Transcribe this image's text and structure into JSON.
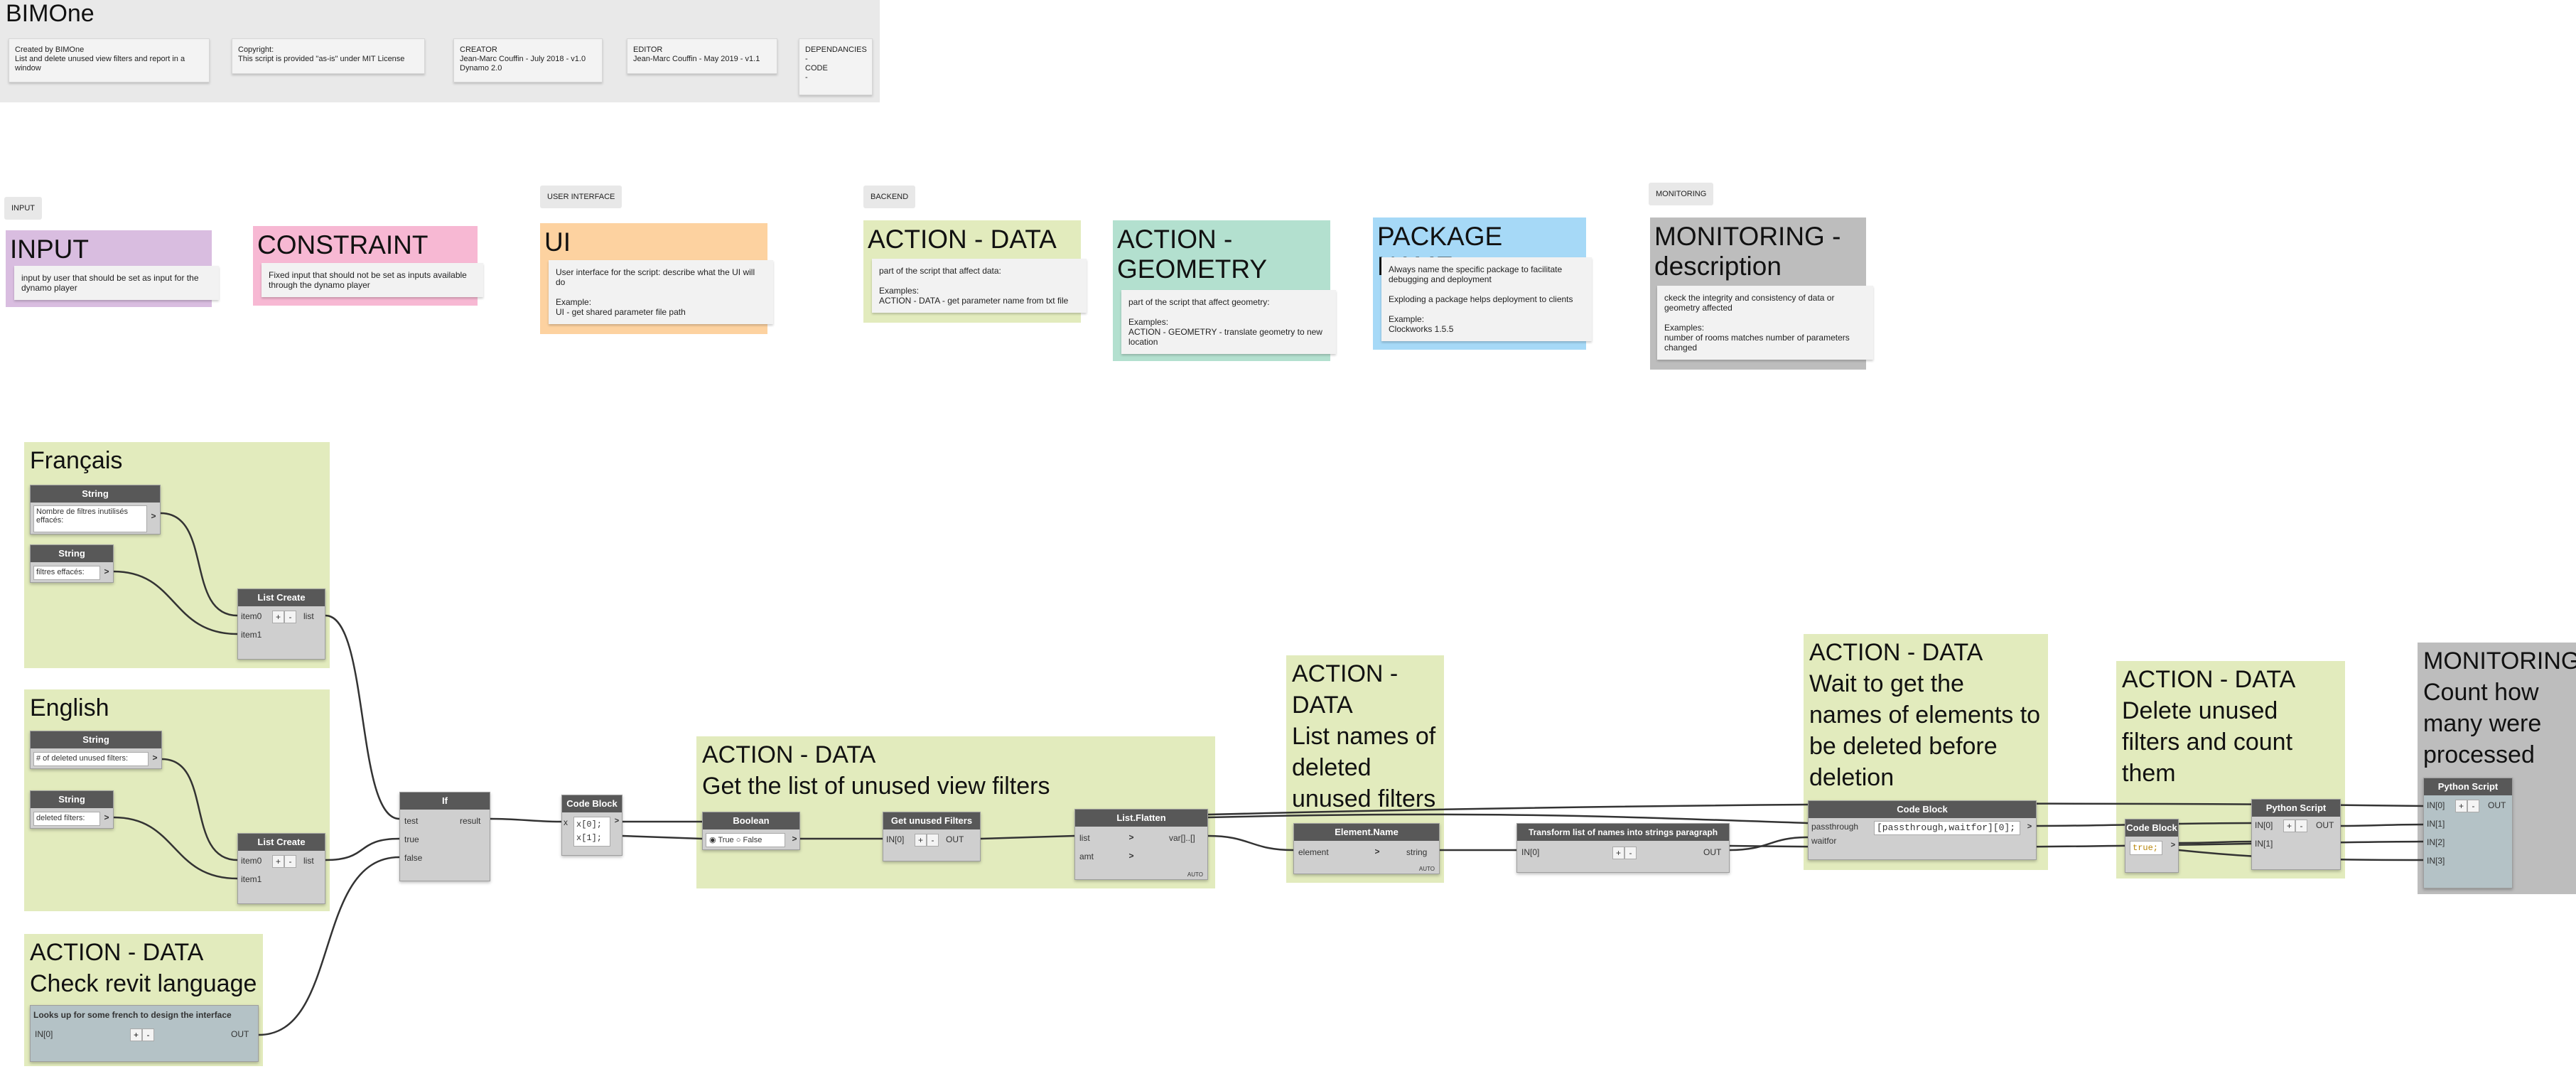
{
  "header": {
    "title": "BIMOne",
    "cards": [
      "Created by BIMOne\nList and delete unused view filters and report in a\nwindow",
      "Copyright:\nThis script is provided \"as-is\" under MIT License",
      "CREATOR\nJean-Marc Couffin - July 2018 - v1.0\nDynamo 2.0",
      "EDITOR\nJean-Marc Couffin - May 2019 - v1.1",
      "DEPENDANCIES\n-\nCODE\n-"
    ]
  },
  "legend": {
    "tags": [
      "INPUT",
      "USER INTERFACE",
      "BACKEND",
      "MONITORING"
    ],
    "input": {
      "title": "INPUT",
      "note": "input by user that should be set as input for the\ndynamo player"
    },
    "constraint": {
      "title": "CONSTRAINT",
      "note": "Fixed input that should not be set as inputs available\nthrough the dynamo player"
    },
    "ui": {
      "title": "UI",
      "note": "User interface for the script: describe what the UI will\ndo\n\nExample:\nUI - get shared parameter file path"
    },
    "action_data": {
      "title": "ACTION - DATA",
      "note": "part of the script that affect data:\n\nExamples:\nACTION - DATA - get parameter name from txt file"
    },
    "action_geometry": {
      "title": "ACTION -\nGEOMETRY",
      "note": "part of the script that affect  geometry:\n\nExamples:\nACTION - GEOMETRY - translate geometry to new\nlocation"
    },
    "package_name": {
      "title": "PACKAGE NAME",
      "note": "Always name the specific package to facilitate\ndebugging and deployment\n\nExploding a package helps deployment to clients\n\nExample:\nClockworks 1.5.5"
    },
    "monitoring": {
      "title": "MONITORING -\ndescription",
      "note": "ckeck the integrity and consistency of data or\ngeometry affected\n\nExamples:\nnumber of rooms matches number of parameters\nchanged"
    }
  },
  "colors": {
    "input": "#d9bde0",
    "constraint": "#f7b8d3",
    "ui": "#fdd2a0",
    "action_data": "#e2ebbd",
    "action_geometry": "#b3e0cf",
    "package_name": "#a6d9f7",
    "monitoring": "#bdbdbd",
    "node_header": "#585858",
    "wire": "#333333"
  },
  "groups": {
    "francais": "Français",
    "english": "English",
    "check_lang": "ACTION - DATA\nCheck revit language",
    "get_filters": "ACTION - DATA\nGet the list of unused view filters",
    "list_names": "ACTION -\nDATA\nList names of\ndeleted\nunused filters",
    "wait": "ACTION - DATA\nWait to get the\nnames of elements to\nbe deleted before\ndeletion",
    "delete": "ACTION - DATA\nDelete unused\nfilters and count\nthem",
    "monitoring": "MONITORING\nCount how\nmany were\nprocessed"
  },
  "nodes": {
    "str_fr1": {
      "title": "String",
      "value": "Nombre de filtres inutilisés effacés:"
    },
    "str_fr2": {
      "title": "String",
      "value": "filtres effacés:"
    },
    "list_fr": {
      "title": "List Create",
      "in": [
        "item0",
        "item1"
      ],
      "out": "list"
    },
    "str_en1": {
      "title": "String",
      "value": "# of deleted unused filters:"
    },
    "str_en2": {
      "title": "String",
      "value": "deleted filters:"
    },
    "list_en": {
      "title": "List Create",
      "in": [
        "item0",
        "item1"
      ],
      "out": "list"
    },
    "lookup": {
      "title": "Looks up for some french to design the interface",
      "in": "IN[0]",
      "out": "OUT"
    },
    "if": {
      "title": "If",
      "in": [
        "test",
        "true",
        "false"
      ],
      "out": "result"
    },
    "code1": {
      "title": "Code Block",
      "lines": [
        "x[0];",
        "x[1];"
      ],
      "in": "x"
    },
    "boolean": {
      "title": "Boolean",
      "opt_true": "True",
      "opt_false": "False"
    },
    "get_unused": {
      "title": "Get unused Filters",
      "in": "IN[0]",
      "out": "OUT"
    },
    "flatten": {
      "title": "List.Flatten",
      "in": [
        "list",
        "amt"
      ],
      "out": "var[]..[]",
      "footer": "AUTO"
    },
    "element_name": {
      "title": "Element.Name",
      "in": "element",
      "out": "string",
      "footer": "AUTO"
    },
    "transform": {
      "title": "Transform list of names into strings paragraph",
      "in": "IN[0]",
      "out": "OUT"
    },
    "code2": {
      "title": "Code Block",
      "code": "[passthrough,waitfor][0];",
      "in": [
        "passthrough",
        "waitfor"
      ]
    },
    "code3": {
      "title": "Code Block",
      "code": "true;"
    },
    "py1": {
      "title": "Python Script",
      "in": [
        "IN[0]",
        "IN[1]"
      ],
      "out": "OUT"
    },
    "py2": {
      "title": "Python Script",
      "in": [
        "IN[0]",
        "IN[1]",
        "IN[2]",
        "IN[3]"
      ],
      "out": "OUT"
    }
  }
}
